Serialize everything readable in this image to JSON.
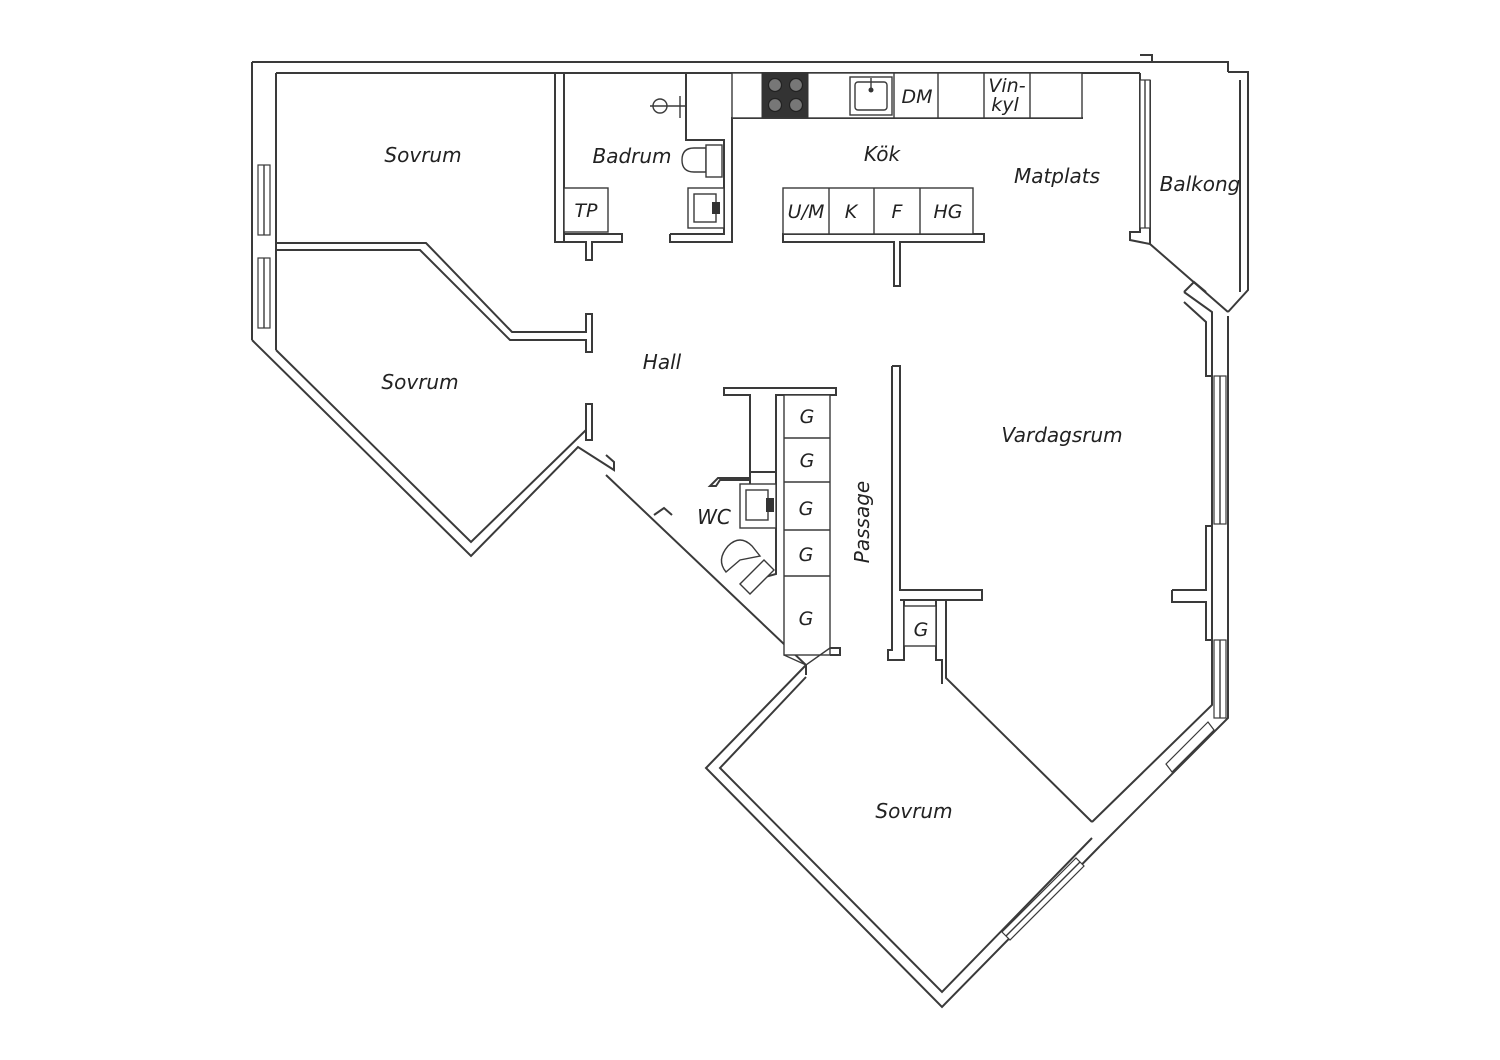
{
  "rooms": {
    "sovrum_1": "Sovrum",
    "sovrum_2": "Sovrum",
    "sovrum_3": "Sovrum",
    "badrum": "Badrum",
    "kok": "Kök",
    "matplats": "Matplats",
    "balkong": "Balkong",
    "hall": "Hall",
    "vardagsrum": "Vardagsrum",
    "wc": "WC",
    "passage": "Passage"
  },
  "fixtures": {
    "tp": "TP",
    "dm": "DM",
    "vinkyl_line1": "Vin-",
    "vinkyl_line2": "kyl",
    "um": "U/M",
    "k": "K",
    "f": "F",
    "hg": "HG",
    "g1": "G",
    "g2": "G",
    "g3": "G",
    "g4": "G",
    "g5": "G",
    "g6": "G"
  },
  "colors": {
    "wall": "#3a3a3a",
    "stove": "#333333",
    "background": "#ffffff"
  }
}
